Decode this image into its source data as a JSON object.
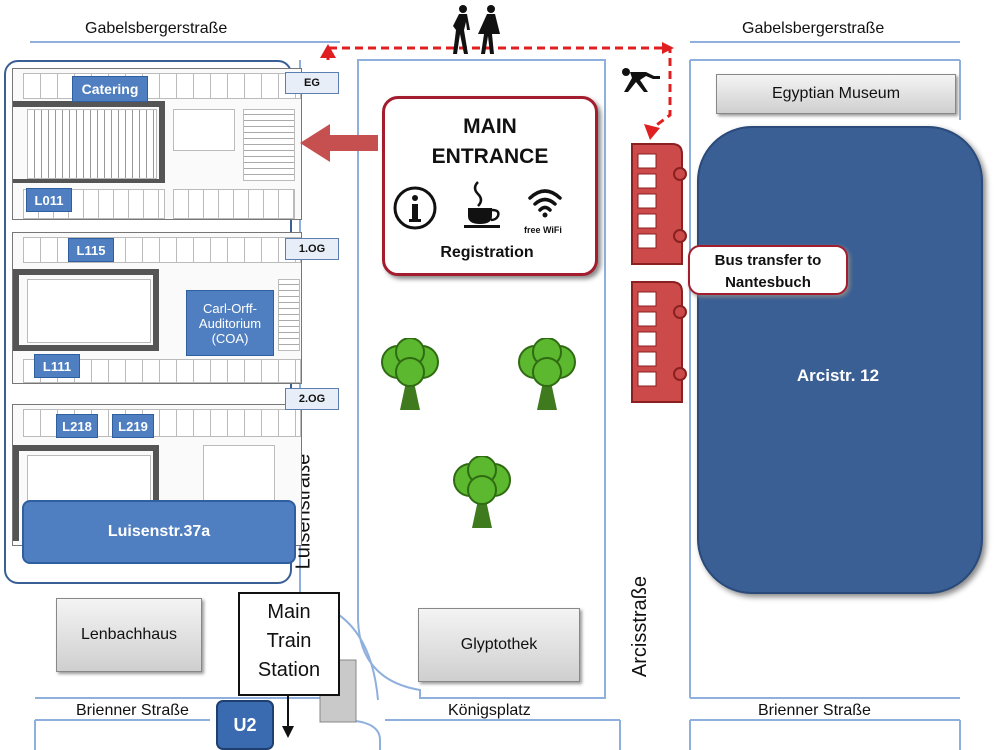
{
  "streets": {
    "gabelsberger_left": "Gabelsbergerstraße",
    "gabelsberger_right": "Gabelsbergerstraße",
    "luisen": "Luisenstraße",
    "arcis": "Arcisstraße",
    "brienner_left": "Brienner Straße",
    "koenigsplatz": "Königsplatz",
    "brienner_right": "Brienner Straße"
  },
  "buildings": {
    "egyptian_museum": "Egyptian Museum",
    "lenbachhaus": "Lenbachhaus",
    "glyptothek": "Glyptothek",
    "arcistr": "Arcistr. 12",
    "luisenstr": "Luisenstr.37a"
  },
  "floors": {
    "eg": "EG",
    "og1": "1.OG",
    "og2": "2.OG"
  },
  "rooms": {
    "catering": "Catering",
    "l011": "L011",
    "l115": "L115",
    "coa": "Carl-Orff-Auditorium (COA)",
    "l111": "L111",
    "l218": "L218",
    "l219": "L219"
  },
  "entrance": {
    "title": "MAIN ENTRANCE",
    "wifi_text": "free WiFi",
    "registration": "Registration"
  },
  "bus": {
    "label": "Bus transfer to Nantesbuch"
  },
  "station": {
    "label": "Main Train Station",
    "subway": "U2"
  },
  "colors": {
    "accent_red": "#c0202f",
    "map_blue": "#3a5f95",
    "label_blue": "#4f7fc0",
    "bus_red": "#cc4a4a",
    "tree_green": "#5cb82e"
  },
  "icons": [
    "info-icon",
    "coffee-icon",
    "wifi-icon",
    "pedestrian-icon",
    "walking-couple-icon",
    "bus-icon",
    "tree-icon",
    "arrow-icon"
  ]
}
